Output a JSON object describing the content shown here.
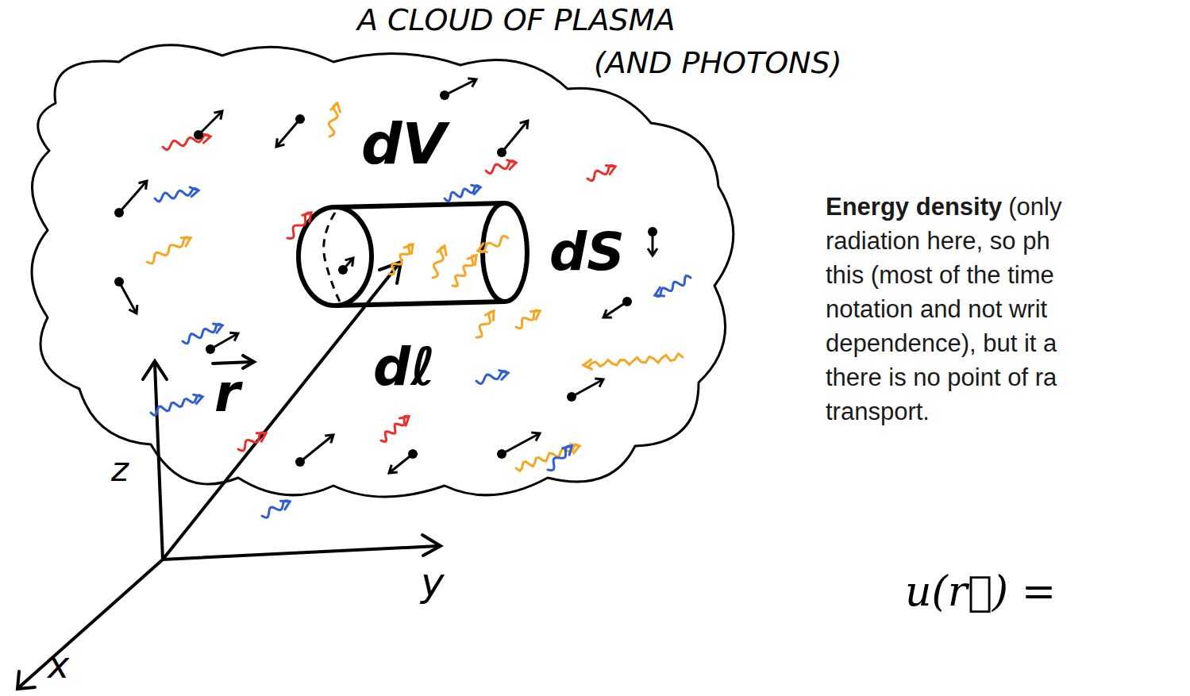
{
  "diagram": {
    "labels": [
      "A CLOUD OF PLASMA",
      "(AND PHOTONS)",
      "dV",
      "dS",
      "dℓ",
      "r",
      "z",
      "x",
      "y",
      "Energy density",
      "(only",
      "radiation here, so ph",
      "this (most of the time",
      "notation and not writ",
      "dependence), but it a",
      "there is no point of ra",
      "transport.",
      "u(r⃗) ="
    ]
  }
}
